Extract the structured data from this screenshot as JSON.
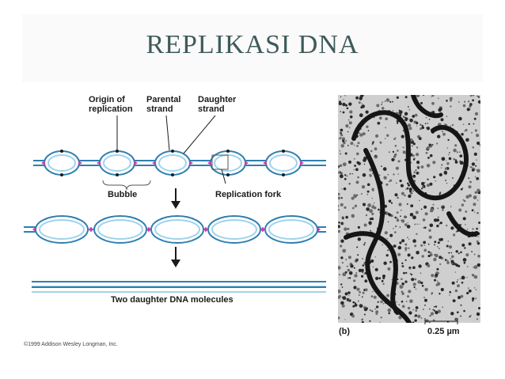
{
  "title": "REPLIKASI DNA",
  "labels": {
    "origin_line1": "Origin of",
    "origin_line2": "replication",
    "parental_line1": "Parental",
    "parental_line2": "strand",
    "daughter_line1": "Daughter",
    "daughter_line2": "strand",
    "bubble": "Bubble",
    "fork": "Replication fork",
    "molecules": "Two daughter DNA molecules",
    "panel_b": "(b)",
    "scale": "0.25 µm",
    "copyright": "©1999 Addison Wesley Longman, Inc."
  },
  "colors": {
    "title": "#3f5a5a",
    "strand_outer": "#2e7fb0",
    "strand_inner": "#9fd3ea",
    "fork_marker": "#c23fb0",
    "arrow": "#1b1b1b"
  }
}
